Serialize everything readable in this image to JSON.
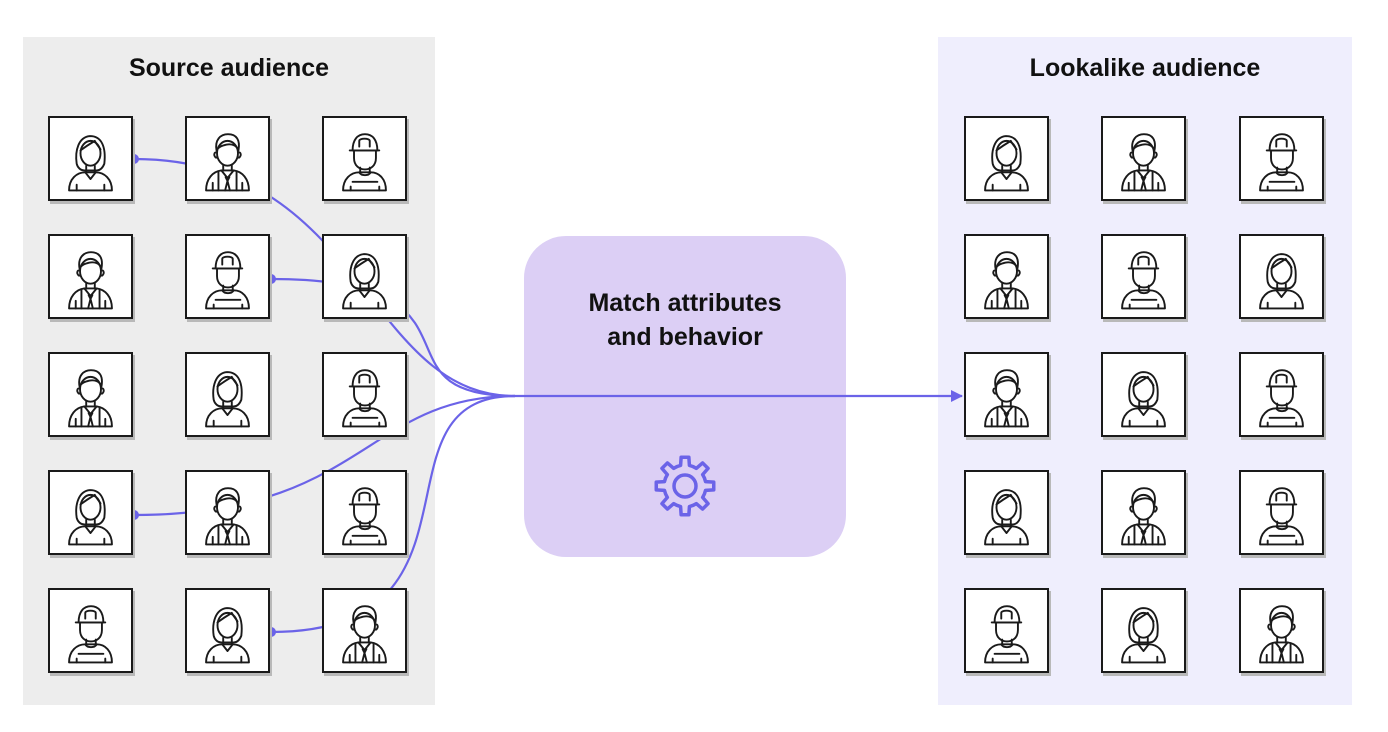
{
  "source": {
    "title": "Source audience",
    "grid": [
      [
        "woman",
        "man",
        "cap"
      ],
      [
        "man",
        "cap",
        "woman"
      ],
      [
        "man",
        "woman",
        "cap"
      ],
      [
        "woman",
        "man",
        "cap"
      ],
      [
        "cap",
        "woman",
        "man"
      ]
    ]
  },
  "process": {
    "title_line1": "Match attributes",
    "title_line2": "and behavior",
    "icon": "gear-icon"
  },
  "lookalike": {
    "title": "Lookalike audience",
    "grid": [
      [
        "woman",
        "man",
        "cap"
      ],
      [
        "man",
        "cap",
        "woman"
      ],
      [
        "man",
        "woman",
        "cap"
      ],
      [
        "woman",
        "man",
        "cap"
      ],
      [
        "cap",
        "woman",
        "man"
      ]
    ]
  },
  "colors": {
    "accent": "#6b63e8",
    "source_panel": "#ededed",
    "lookalike_panel": "#efeefd",
    "process_box": "#dccff5"
  }
}
